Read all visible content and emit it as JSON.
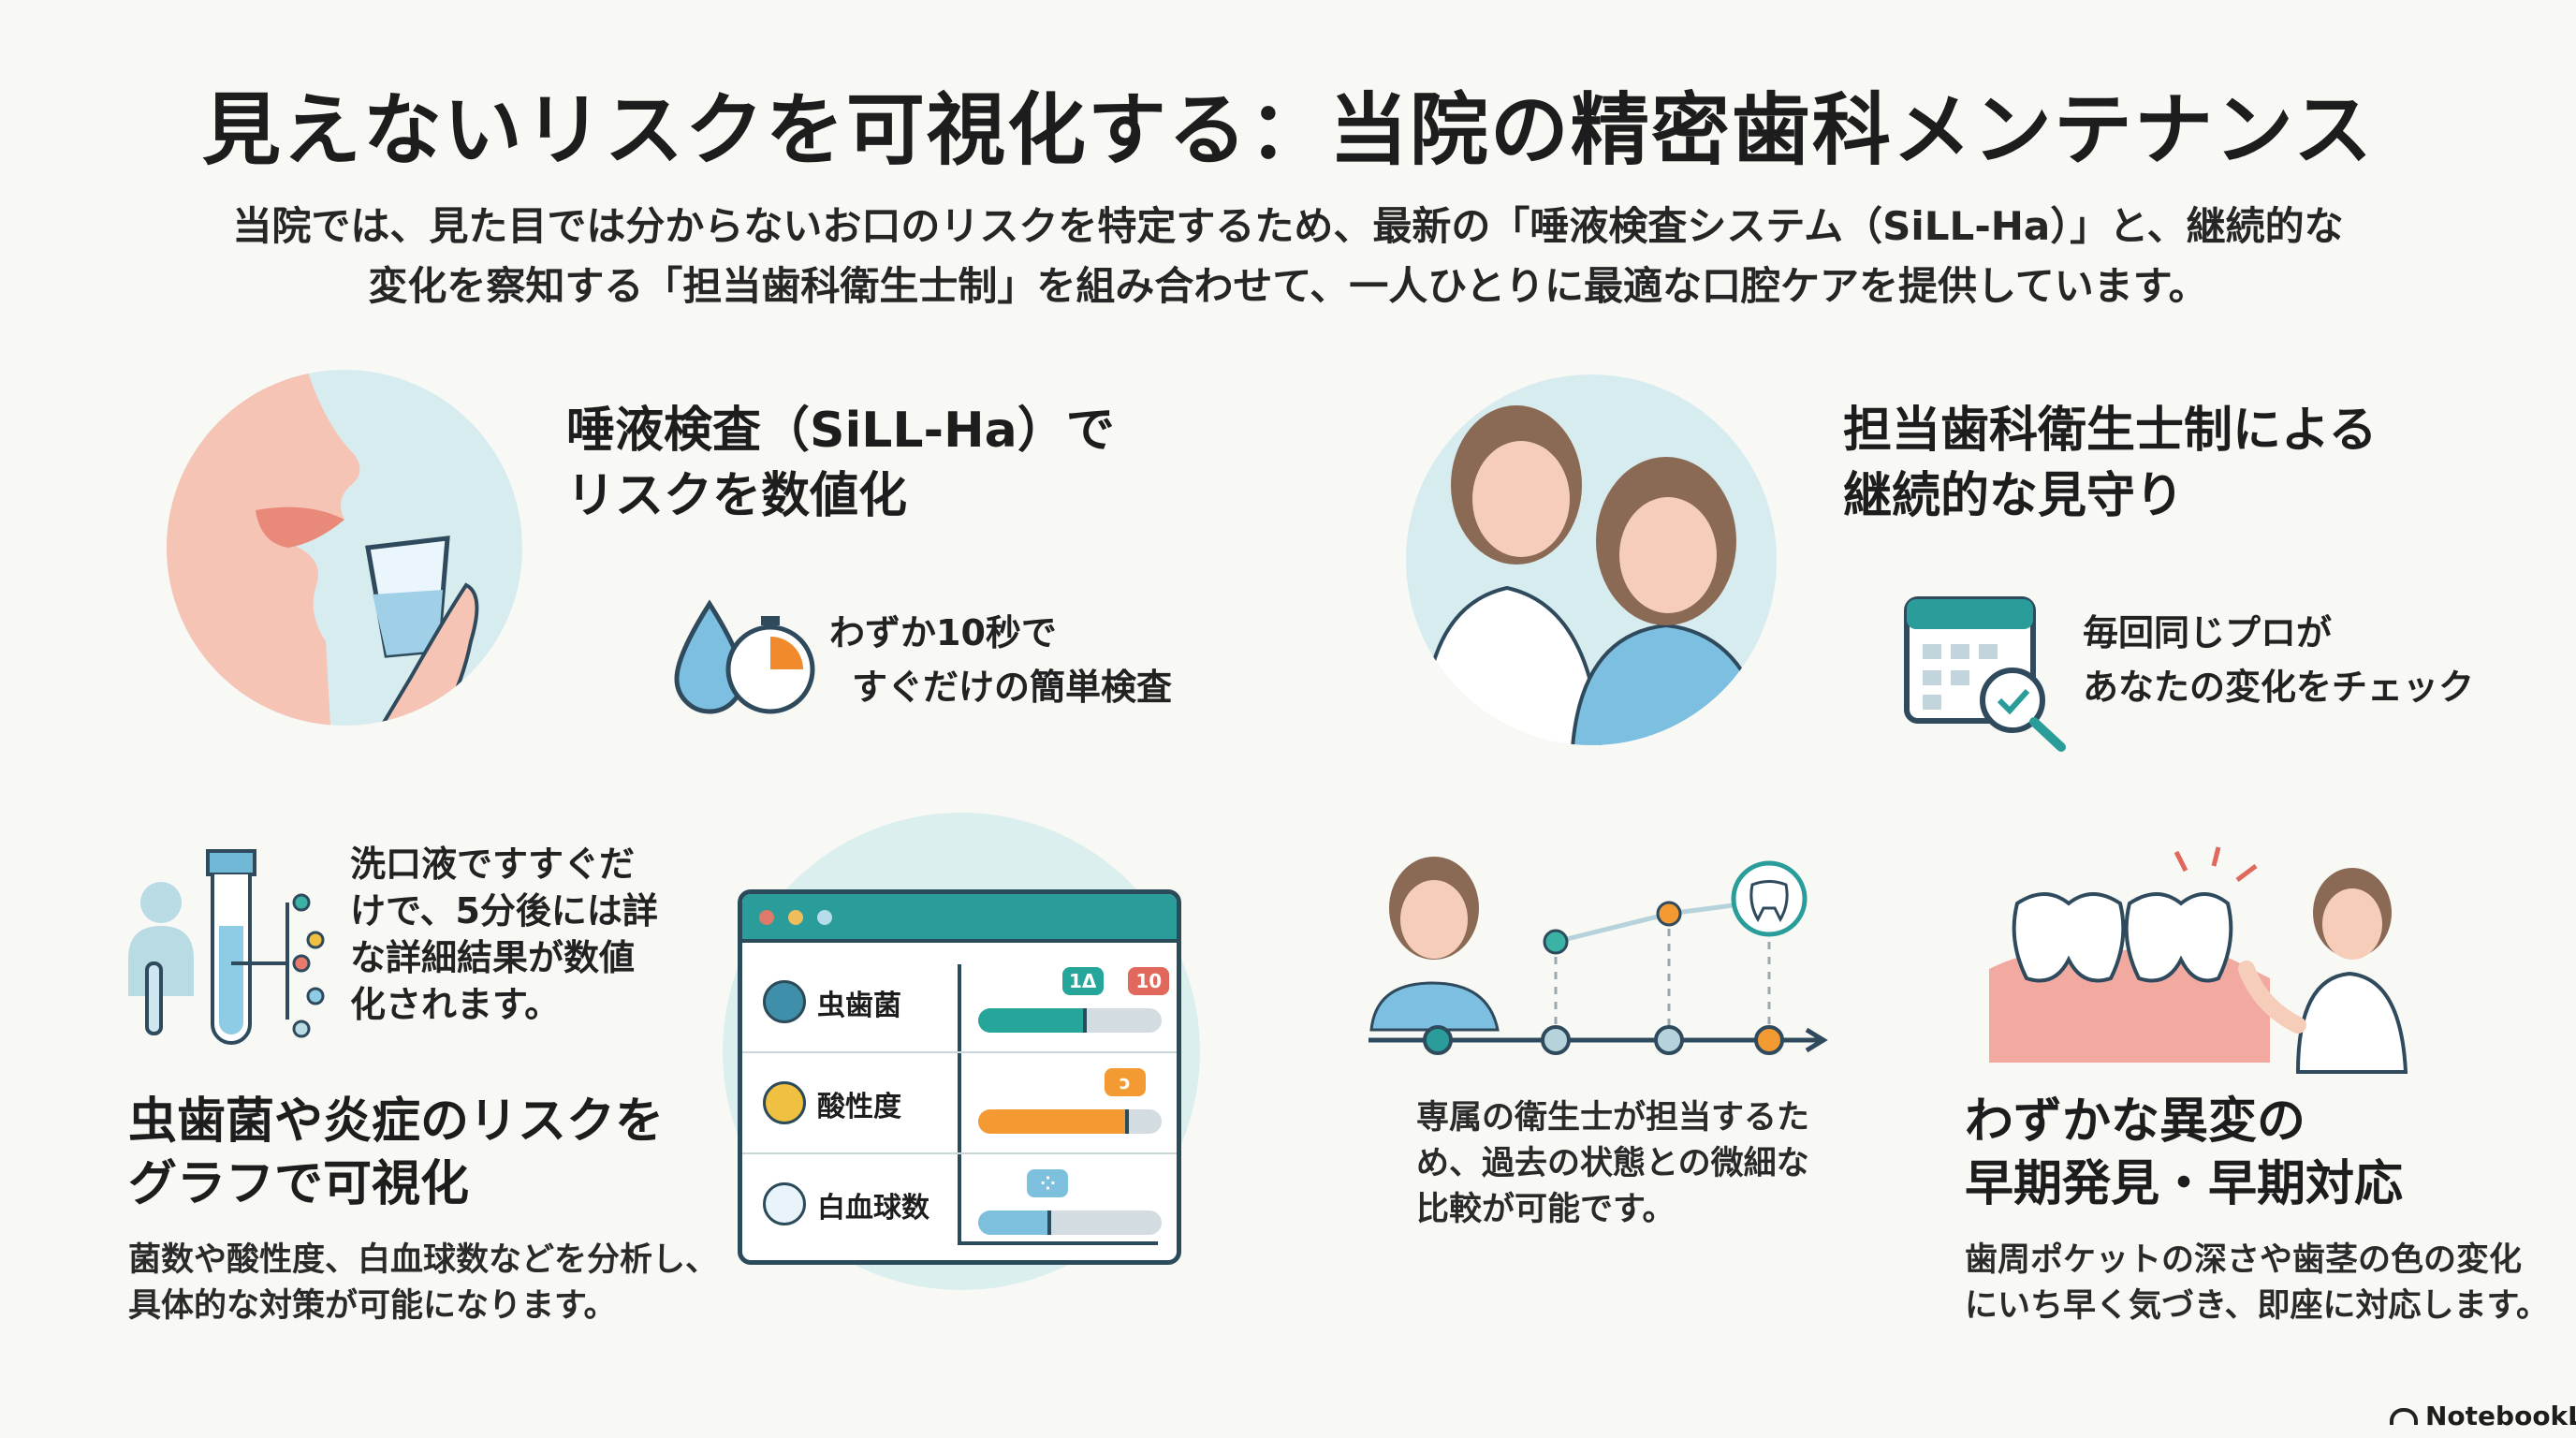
{
  "title": "見えないリスクを可視化する：当院の精密歯科メンテナンス",
  "intro": [
    "当院では、見た目では分からないお口のリスクを特定するため、最新の「唾液検査システム（SiLL-Ha）」と、継続的な",
    "変化を察知する「担当歯科衛生士制」を組み合わせて、一人ひとりに最適な口腔ケアを提供しています。"
  ],
  "saliva": {
    "heading": [
      "唾液検査（SiLL-Ha）で",
      "リスクを数値化"
    ],
    "feature": [
      "わずか10秒で",
      "すぐだけの簡単検査"
    ]
  },
  "hygienist": {
    "heading": [
      "担当歯科衛生士制による",
      "継続的な見守り"
    ],
    "feature": [
      "毎回同じプロが",
      "あなたの変化をチェック"
    ]
  },
  "test_tube_note": [
    "洗口液ですすぐだ",
    "けで、5分後には詳",
    "な詳細結果が数値",
    "化されます。"
  ],
  "graph": {
    "heading": [
      "虫歯菌や炎症のリスクを",
      "グラフで可視化"
    ],
    "body": [
      "菌数や酸性度、白血球数などを分析し、",
      "具体的な対策が可能になります。"
    ]
  },
  "dashboard": {
    "rows": [
      {
        "label": "虫歯菌",
        "fill": 0.57,
        "color": "#26a69a",
        "tags": [
          "1Δ",
          "10"
        ]
      },
      {
        "label": "酸性度",
        "fill": 0.8,
        "color": "#f39a32",
        "tags": [
          "ɔ"
        ]
      },
      {
        "label": "白血球数",
        "fill": 0.38,
        "color": "#7cc0de",
        "tags": [
          "⁘"
        ]
      }
    ]
  },
  "timeline_note": [
    "専属の衛生士が担当するた",
    "め、過去の状態との微細な",
    "比較が可能です。"
  ],
  "early": {
    "heading": [
      "わずかな異変の",
      "早期発見・早期対応"
    ],
    "body": [
      "歯周ポケットの深さや歯茎の色の変化",
      "にいち早く気づき、即座に対応します。"
    ]
  },
  "brand": "NotebookLM"
}
